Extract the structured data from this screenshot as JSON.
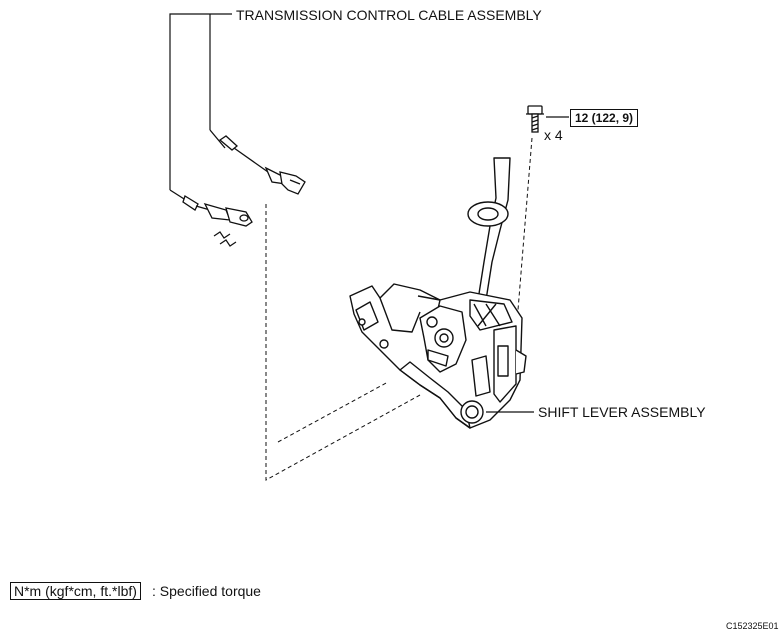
{
  "labels": {
    "cable_assembly": "TRANSMISSION CONTROL CABLE ASSEMBLY",
    "shift_lever_assembly": "SHIFT LEVER ASSEMBLY",
    "torque_value": "12 (122, 9)",
    "bolt_count": "x 4"
  },
  "legend": {
    "unit": "N*m (kgf*cm, ft.*lbf)",
    "description": ": Specified torque"
  },
  "figure_code": "C152325E01",
  "icons": {
    "bolt": "bolt-icon",
    "cable": "cable-icon",
    "shift_lever": "shift-lever-icon",
    "sealer": "sealer-icon"
  },
  "colors": {
    "line": "#111111",
    "background": "#ffffff"
  }
}
